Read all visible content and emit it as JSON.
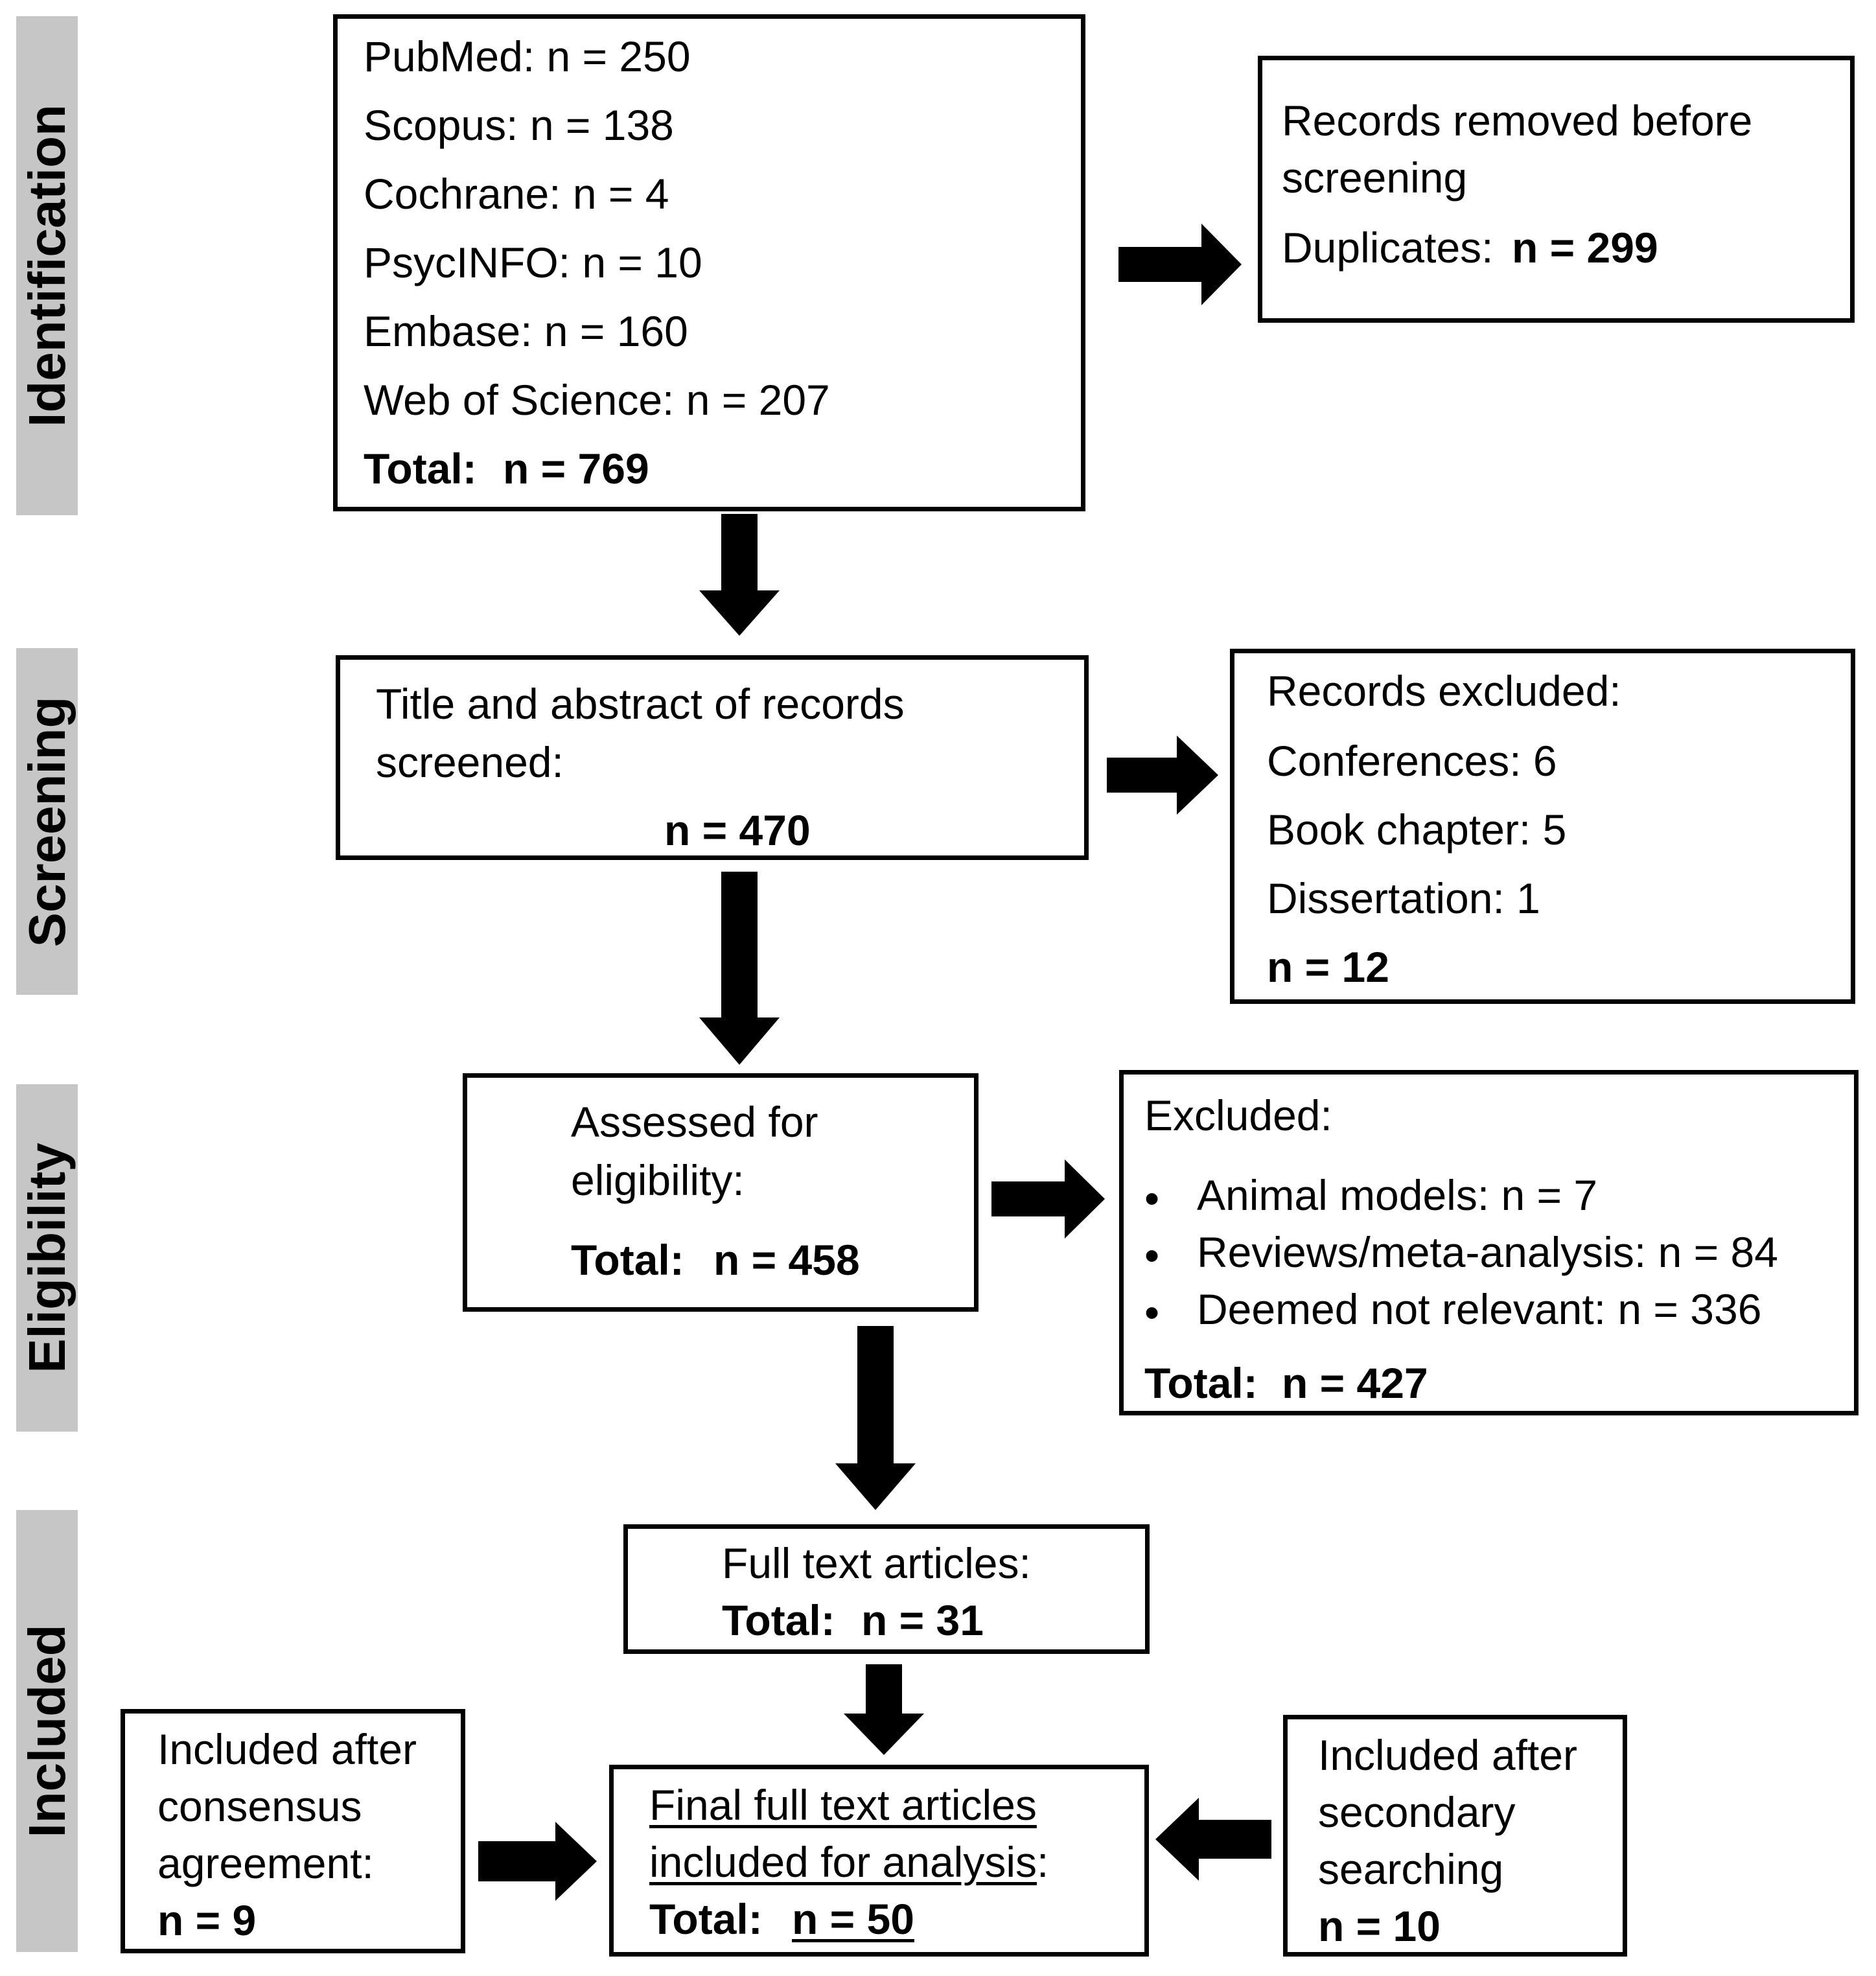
{
  "stages": {
    "identification": "Identification",
    "screening": "Screening",
    "eligibility": "Eligibility",
    "included": "Included"
  },
  "identification_box": {
    "pubmed": "PubMed: n = 250",
    "scopus": "Scopus: n = 138",
    "cochrane": "Cochrane: n = 4",
    "psycinfo": "PsycINFO: n = 10",
    "embase": "Embase: n = 160",
    "wos": "Web of Science: n = 207",
    "total_label": "Total:",
    "total_value": "n = 769"
  },
  "removed_box": {
    "line1": "Records removed before",
    "line2": "screening",
    "dup_label": "Duplicates:",
    "dup_value": "n = 299"
  },
  "screening_box": {
    "line1": "Title and abstract of records",
    "line2": "screened:",
    "value": "n = 470"
  },
  "excluded_records_box": {
    "title": "Records excluded:",
    "conferences": "Conferences: 6",
    "book": "Book chapter: 5",
    "dissertation": "Dissertation: 1",
    "value": "n = 12"
  },
  "eligibility_box": {
    "line1": "Assessed for",
    "line2": "eligibility:",
    "total_label": "Total:",
    "total_value": "n = 458"
  },
  "excluded_box": {
    "title": "Excluded:",
    "bullet": "•",
    "items": [
      "Animal models: n = 7",
      "Reviews/meta-analysis: n = 84",
      "Deemed not relevant: n = 336"
    ],
    "total_label": "Total:",
    "total_value": "n = 427"
  },
  "fulltext_box": {
    "line1": "Full text articles:",
    "total_label": "Total:",
    "total_value": "n = 31"
  },
  "consensus_box": {
    "line1": "Included after",
    "line2": "consensus",
    "line3": "agreement:",
    "value": "n = 9"
  },
  "final_box": {
    "line1": "Final full text articles",
    "line2": "included for analysis",
    "line2_colon": ":",
    "total_label": "Total:",
    "total_value": "n = 50"
  },
  "secondary_box": {
    "line1": "Included after",
    "line2": "secondary",
    "line3": "searching",
    "value": "n = 10"
  }
}
